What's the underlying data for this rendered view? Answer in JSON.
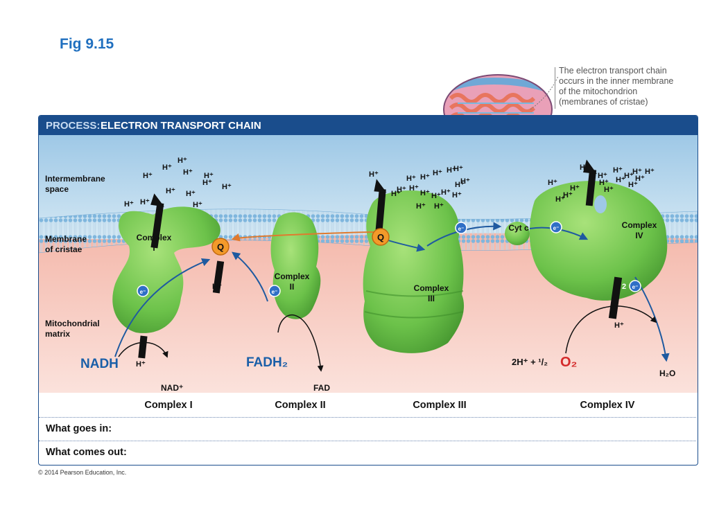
{
  "figure": {
    "title": "Fig 9.15"
  },
  "callout": {
    "lines": [
      "The electron transport chain",
      "occurs in the inner membrane",
      "of the mitochondrion",
      "(membranes of cristae)"
    ]
  },
  "panel": {
    "header_keyword": "PROCESS:",
    "header_title": "ELECTRON TRANSPORT CHAIN"
  },
  "regions": {
    "intermembrane": [
      "Intermembrane",
      "space"
    ],
    "membrane": [
      "Membrane",
      "of cristae"
    ],
    "matrix": [
      "Mitochondrial",
      "matrix"
    ]
  },
  "complexes": {
    "c1": [
      "Complex",
      "I"
    ],
    "c2": [
      "Complex",
      "II"
    ],
    "c3": [
      "Complex",
      "III"
    ],
    "c4": [
      "Complex",
      "IV"
    ]
  },
  "molecules": {
    "q": "Q",
    "cytc": "Cyt c",
    "e": "e⁻",
    "two_e": "2",
    "hplus": "H⁺",
    "nadh": "NADH",
    "nad": "NAD⁺",
    "fadh2": "FADH₂",
    "fad": "FAD",
    "oxygen_reactants": "2H⁺ + ¹/₂",
    "o2": "O₂",
    "h2o": "H₂O"
  },
  "table": {
    "columns": [
      "Complex I",
      "Complex II",
      "Complex III",
      "Complex IV"
    ],
    "rows": [
      "What goes in:",
      "What comes out:"
    ]
  },
  "copyright": "© 2014 Pearson Education, Inc."
}
